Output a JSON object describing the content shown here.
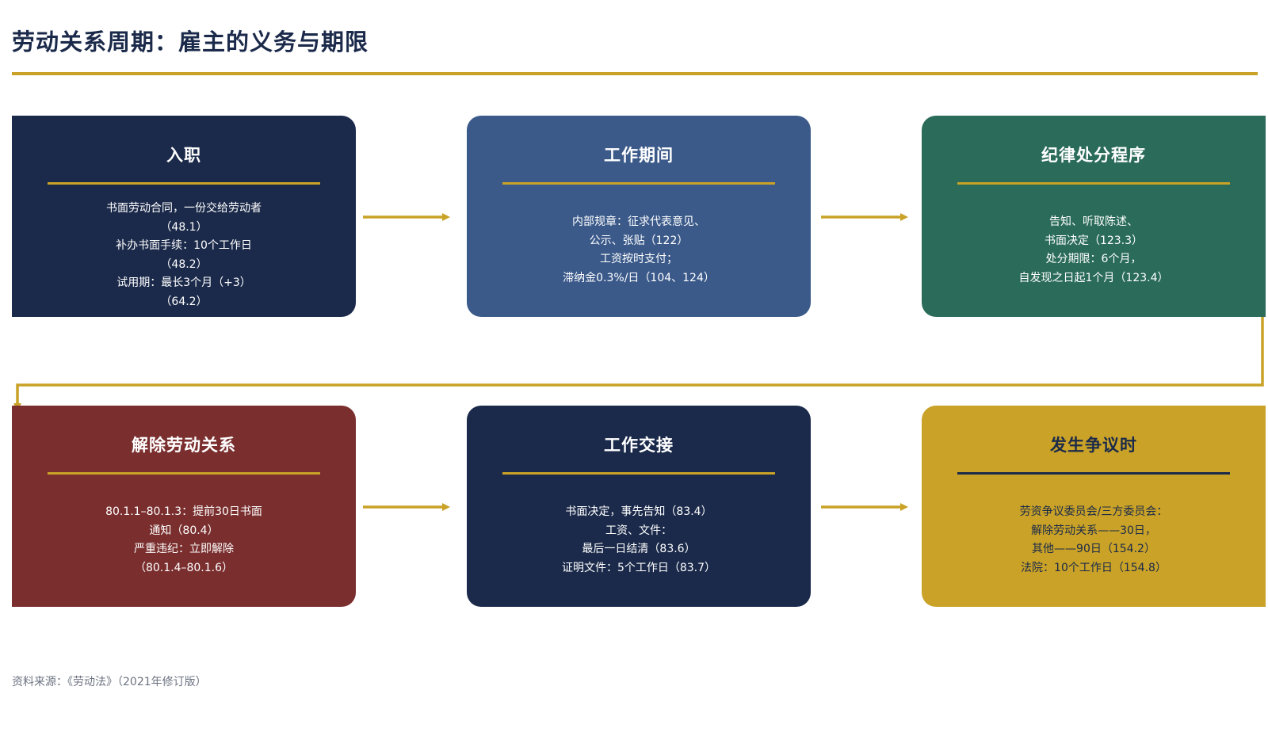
{
  "title": "劳动关系周期：雇主的义务与期限",
  "colors": {
    "accent": "#c9a227",
    "navy": "#1b2a4a",
    "steel_blue": "#3b5a8a",
    "teal": "#2a6b5a",
    "maroon": "#7a2e2e",
    "gold": "#c9a227"
  },
  "stages": [
    {
      "title": "入职",
      "color": "#1b2a4a",
      "lines": [
        "书面劳动合同，一份交给劳动者",
        "（48.1）",
        "补办书面手续：10个工作日",
        "（48.2）",
        "试用期：最长3个月（+3）",
        "（64.2）"
      ]
    },
    {
      "title": "工作期间",
      "color": "#3b5a8a",
      "lines": [
        "内部规章：征求代表意见、",
        "公示、张贴（122）",
        "工资按时支付；",
        "滞纳金0.3%/日（104、124）"
      ]
    },
    {
      "title": "纪律处分程序",
      "color": "#2a6b5a",
      "lines": [
        "告知、听取陈述、",
        "书面决定（123.3）",
        "处分期限：6个月，",
        "自发现之日起1个月（123.4）"
      ]
    },
    {
      "title": "解除劳动关系",
      "color": "#7a2e2e",
      "lines": [
        "80.1.1–80.1.3：提前30日书面",
        "通知（80.4）",
        "严重违纪：立即解除",
        "（80.1.4–80.1.6）"
      ]
    },
    {
      "title": "工作交接",
      "color": "#1b2a4a",
      "lines": [
        "书面决定，事先告知（83.4）",
        "工资、文件：",
        "最后一日结清（83.6）",
        "证明文件：5个工作日（83.7）"
      ]
    },
    {
      "title": "发生争议时",
      "color": "#c9a227",
      "lines": [
        "劳资争议委员会/三方委员会：",
        "解除劳动关系——30日，",
        "其他——90日（154.2）",
        "法院：10个工作日（154.8）"
      ]
    }
  ],
  "source": "资料来源：《劳动法》（2021年修订版）"
}
